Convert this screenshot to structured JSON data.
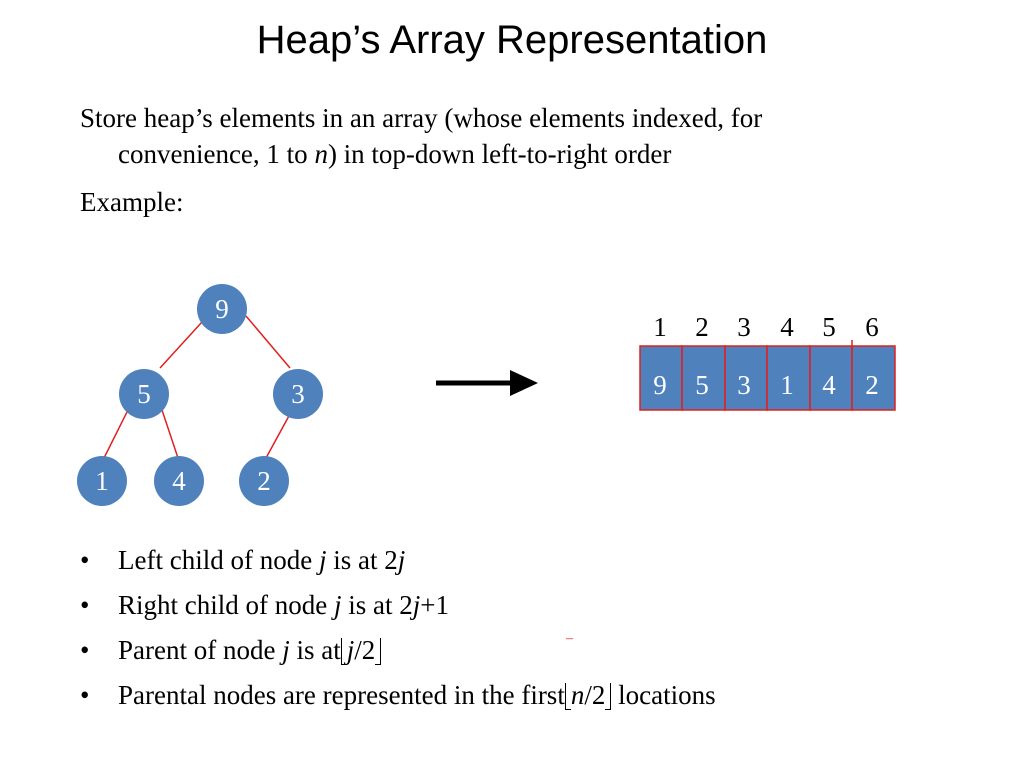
{
  "title": "Heap’s Array Representation",
  "intro": {
    "line1": "Store heap’s elements in an array (whose elements indexed, for",
    "line2_a": "convenience, 1 to ",
    "line2_n": "n",
    "line2_b": ") in top-down left-to-right order"
  },
  "example_label": "Example:",
  "tree": {
    "nodes": [
      "9",
      "5",
      "3",
      "1",
      "4",
      "2"
    ]
  },
  "array": {
    "indices": [
      "1",
      "2",
      "3",
      "4",
      "5",
      "6"
    ],
    "values": [
      "9",
      "5",
      "3",
      "1",
      "4",
      "2"
    ]
  },
  "colors": {
    "node_fill": "#4f81bd",
    "edge": "#e02020",
    "text_light": "#ffffff"
  },
  "bullets": {
    "b1": {
      "a": "Left child of node ",
      "j": "j",
      "b": " is at 2",
      "c": "j"
    },
    "b2": {
      "a": "Right child of node ",
      "j": "j",
      "b": " is at 2",
      "c": "j",
      "d": "+1"
    },
    "b3": {
      "a": "Parent of node ",
      "j": "j",
      "b": " is at",
      "f_var": "j",
      "f_rest": "/2",
      "mark": "–"
    },
    "b4": {
      "a": "Parental nodes are represented in the first",
      "f_var": "n",
      "f_rest": "/2",
      "b": " locations"
    }
  }
}
